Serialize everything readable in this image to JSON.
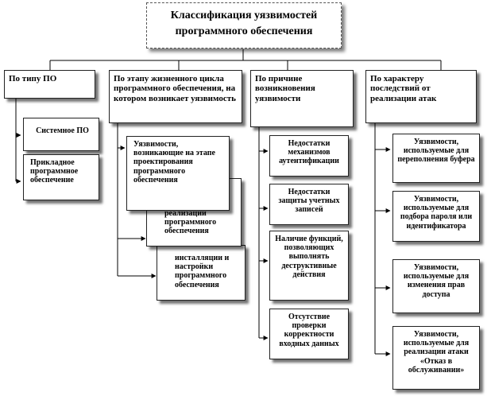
{
  "title": "Классификация уязвимостей программного обеспечения",
  "categories": [
    {
      "label": "По типу ПО",
      "items": [
        "Системное ПО",
        "Прикладное программное обеспечение"
      ]
    },
    {
      "label": "По этапу жизненного цикла программного обеспечения, на котором возникает уязвимость",
      "items": [
        "Уязвимости, возникающие на этапе проектирования программного обеспечения",
        "реализации программного обеспечения",
        "инсталляции и настройки программного обеспечения"
      ]
    },
    {
      "label": "По причине возникновения уязвимости",
      "items": [
        "Недостатки механизмов аутентификации",
        "Недостатки защиты учетных записей",
        "Наличие функций, позволяющих выполнять деструктивные действия",
        "Отсутствие проверки корректности входных данных"
      ]
    },
    {
      "label": "По характеру последствий от реализации атак",
      "items": [
        "Уязвимости, используемые для переполнения буфера",
        "Уязвимости, используемые для подбора пароля или идентификатора",
        "Уязвимости, используемые для изменения прав доступа",
        "Уязвимости, используемые для реализации атаки «Отказ в обслуживании»"
      ]
    }
  ]
}
